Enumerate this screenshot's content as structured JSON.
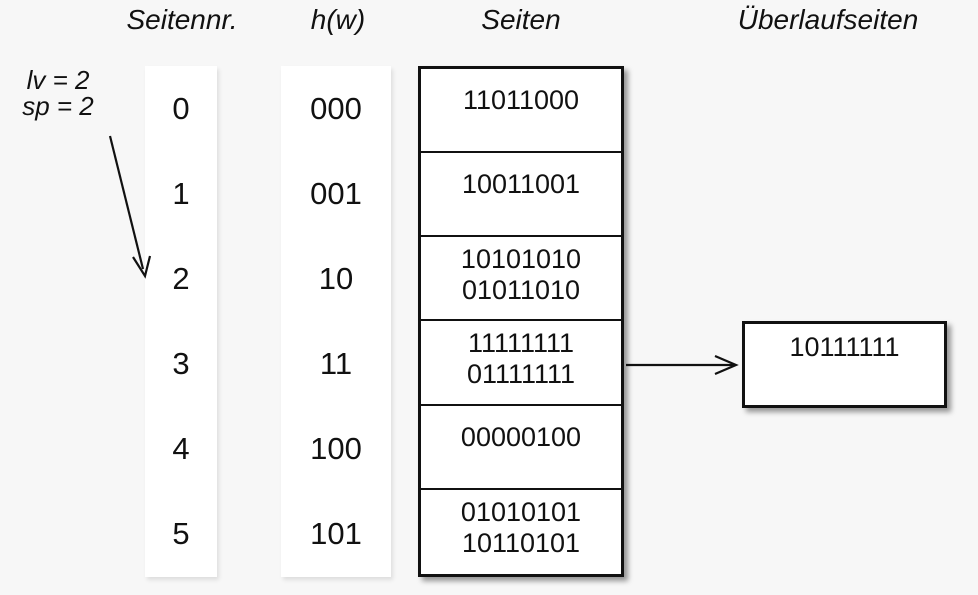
{
  "headers": {
    "seitennr": "Seitennr.",
    "hw": "h(w)",
    "seiten": "Seiten",
    "ueberlaufseiten": "Überlaufseiten"
  },
  "annotation": {
    "line1": "lv = 2",
    "line2": "sp = 2"
  },
  "rows": [
    {
      "nr": "0",
      "hash": "000",
      "entries": [
        "11011000"
      ]
    },
    {
      "nr": "1",
      "hash": "001",
      "entries": [
        "10011001"
      ]
    },
    {
      "nr": "2",
      "hash": "10",
      "entries": [
        "10101010",
        "01011010"
      ]
    },
    {
      "nr": "3",
      "hash": "11",
      "entries": [
        "11111111",
        "01111111"
      ]
    },
    {
      "nr": "4",
      "hash": "100",
      "entries": [
        "00000100"
      ]
    },
    {
      "nr": "5",
      "hash": "101",
      "entries": [
        "01010101",
        "10110101"
      ]
    }
  ],
  "overflow_page": {
    "entries": [
      "10111111"
    ],
    "linked_from_row": "3"
  },
  "colors": {
    "background": "#f7f7f7",
    "box_fill": "#ffffff",
    "line": "#111111"
  }
}
